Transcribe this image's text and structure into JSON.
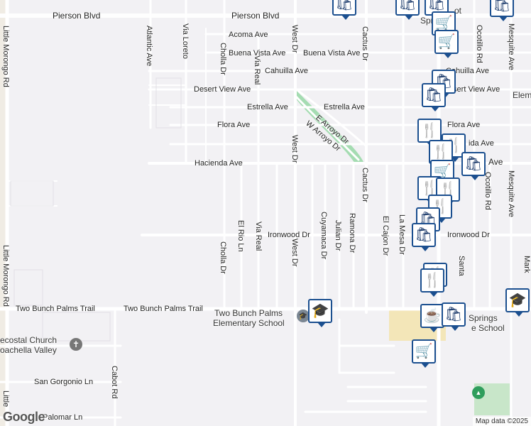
{
  "map": {
    "attribution": "Map data ©2025",
    "logo": "Google",
    "colors": {
      "pin_border": "#1b4f8f",
      "park_green": "#a5dcb2",
      "school_yellow": "#f3e6b8",
      "road": "#ffffff"
    }
  },
  "streets_horizontal": [
    {
      "id": "pierson-1",
      "name": "Pierson Blvd"
    },
    {
      "id": "pierson-2",
      "name": "Pierson Blvd"
    },
    {
      "id": "acoma",
      "name": "Acoma Ave"
    },
    {
      "id": "buena-vista-1",
      "name": "Buena Vista Ave"
    },
    {
      "id": "buena-vista-2",
      "name": "Buena Vista Ave"
    },
    {
      "id": "cahuilla-1",
      "name": "Cahuilla Ave"
    },
    {
      "id": "cahuilla-2",
      "name": "Cahuilla Ave"
    },
    {
      "id": "desert-view-1",
      "name": "Desert View Ave"
    },
    {
      "id": "desert-view-2",
      "name": "Desert View Ave"
    },
    {
      "id": "estrella-1",
      "name": "Estrella Ave"
    },
    {
      "id": "estrella-2",
      "name": "Estrella Ave"
    },
    {
      "id": "flora-1",
      "name": "Flora Ave"
    },
    {
      "id": "flora-2",
      "name": "Flora Ave"
    },
    {
      "id": "hacienda-1",
      "name": "Hacienda Ave"
    },
    {
      "id": "ironwood-1",
      "name": "Ironwood Dr"
    },
    {
      "id": "ironwood-2",
      "name": "Ironwood Dr"
    },
    {
      "id": "two-bunch-1",
      "name": "Two Bunch Palms Trail"
    },
    {
      "id": "two-bunch-2",
      "name": "Two Bunch Palms Trail"
    },
    {
      "id": "san-gorgonio",
      "name": "San Gorgonio Ln"
    },
    {
      "id": "palomar",
      "name": "Palomar Ln"
    },
    {
      "id": "hacienda-2",
      "name": "Ave"
    },
    {
      "id": "flora-3",
      "name": "ida Ave"
    }
  ],
  "streets_vertical": [
    {
      "id": "atlantic",
      "name": "Atlantic Ave"
    },
    {
      "id": "via-loreto",
      "name": "Via Loreto"
    },
    {
      "id": "cholla-1",
      "name": "Cholla Dr"
    },
    {
      "id": "via-real-1",
      "name": "Via Real"
    },
    {
      "id": "west-dr-1",
      "name": "West Dr"
    },
    {
      "id": "cactus-1",
      "name": "Cactus Dr"
    },
    {
      "id": "ocotillo-1",
      "name": "Ocotillo Rd"
    },
    {
      "id": "mesquite-1",
      "name": "Mesquite Ave"
    },
    {
      "id": "little-morongo-1",
      "name": "Little Morongo Rd"
    },
    {
      "id": "west-dr-2",
      "name": "West Dr"
    },
    {
      "id": "cactus-2",
      "name": "Cactus Dr"
    },
    {
      "id": "ocotillo-2",
      "name": "Ocotillo Rd"
    },
    {
      "id": "mesquite-2",
      "name": "Mesquite Ave"
    },
    {
      "id": "el-rio",
      "name": "El Rio Ln"
    },
    {
      "id": "via-real-2",
      "name": "Via Real"
    },
    {
      "id": "cholla-2",
      "name": "Cholla Dr"
    },
    {
      "id": "west-dr-3",
      "name": "West Dr"
    },
    {
      "id": "cuyamaca",
      "name": "Cuyamaca Dr"
    },
    {
      "id": "julian",
      "name": "Julian Dr"
    },
    {
      "id": "ramona",
      "name": "Ramona Dr"
    },
    {
      "id": "el-cajon",
      "name": "El Cajon Dr"
    },
    {
      "id": "la-mesa",
      "name": "La Mesa Dr"
    },
    {
      "id": "little-morongo-2",
      "name": "Little Morongo Rd"
    },
    {
      "id": "cabot",
      "name": "Cabot Rd"
    },
    {
      "id": "little-morongo-3",
      "name": "Little"
    },
    {
      "id": "santa",
      "name": "Santa"
    },
    {
      "id": "mark",
      "name": "Mark"
    }
  ],
  "streets_diagonal": [
    {
      "id": "e-arroyo",
      "name": "E Arroyo Dr"
    },
    {
      "id": "w-arroyo",
      "name": "W Arroyo Dr"
    }
  ],
  "places": {
    "school_name_line1": "Two Bunch Palms",
    "school_name_line2": "Elementary School",
    "church_line1": "ecostal Church",
    "church_line2": "oachella Valley",
    "top_right_1": "ot",
    "top_right_2": "Spri",
    "right_school_1": "Springs",
    "right_school_2": "e School",
    "elem_cut": "Elem"
  },
  "pins": [
    {
      "icon": "shopping-bag",
      "glyph": "🛍"
    },
    {
      "icon": "shopping-bag",
      "glyph": "🛍"
    },
    {
      "icon": "shopping-bag",
      "glyph": "🛍"
    },
    {
      "icon": "shopping-bag",
      "glyph": "🛍"
    },
    {
      "icon": "shopping-cart",
      "glyph": "🛒"
    },
    {
      "icon": "shopping-cart",
      "glyph": "🛒"
    },
    {
      "icon": "shopping-bag",
      "glyph": "🛍"
    },
    {
      "icon": "shopping-bag",
      "glyph": "🛍"
    },
    {
      "icon": "restaurant",
      "glyph": "🍴"
    },
    {
      "icon": "restaurant",
      "glyph": "🍴"
    },
    {
      "icon": "restaurant",
      "glyph": "🍴"
    },
    {
      "icon": "shopping-bag",
      "glyph": "🛍"
    },
    {
      "icon": "shopping-cart",
      "glyph": "🛒"
    },
    {
      "icon": "restaurant",
      "glyph": "🍴"
    },
    {
      "icon": "restaurant",
      "glyph": "🍴"
    },
    {
      "icon": "restaurant",
      "glyph": "🍴"
    },
    {
      "icon": "shopping-bag",
      "glyph": "🛍"
    },
    {
      "icon": "shopping-bag",
      "glyph": "🛍"
    },
    {
      "icon": "restaurant",
      "glyph": "🍴"
    },
    {
      "icon": "restaurant",
      "glyph": "🍴"
    },
    {
      "icon": "school",
      "glyph": "🎓"
    },
    {
      "icon": "school",
      "glyph": "🎓"
    },
    {
      "icon": "cafe",
      "glyph": "☕"
    },
    {
      "icon": "shopping-bag",
      "glyph": "🛍"
    },
    {
      "icon": "shopping-cart",
      "glyph": "🛒"
    }
  ],
  "poi_markers": [
    {
      "icon": "church",
      "glyph": "✝"
    },
    {
      "icon": "park",
      "glyph": "▲"
    },
    {
      "icon": "school-small",
      "glyph": "🎓"
    }
  ]
}
